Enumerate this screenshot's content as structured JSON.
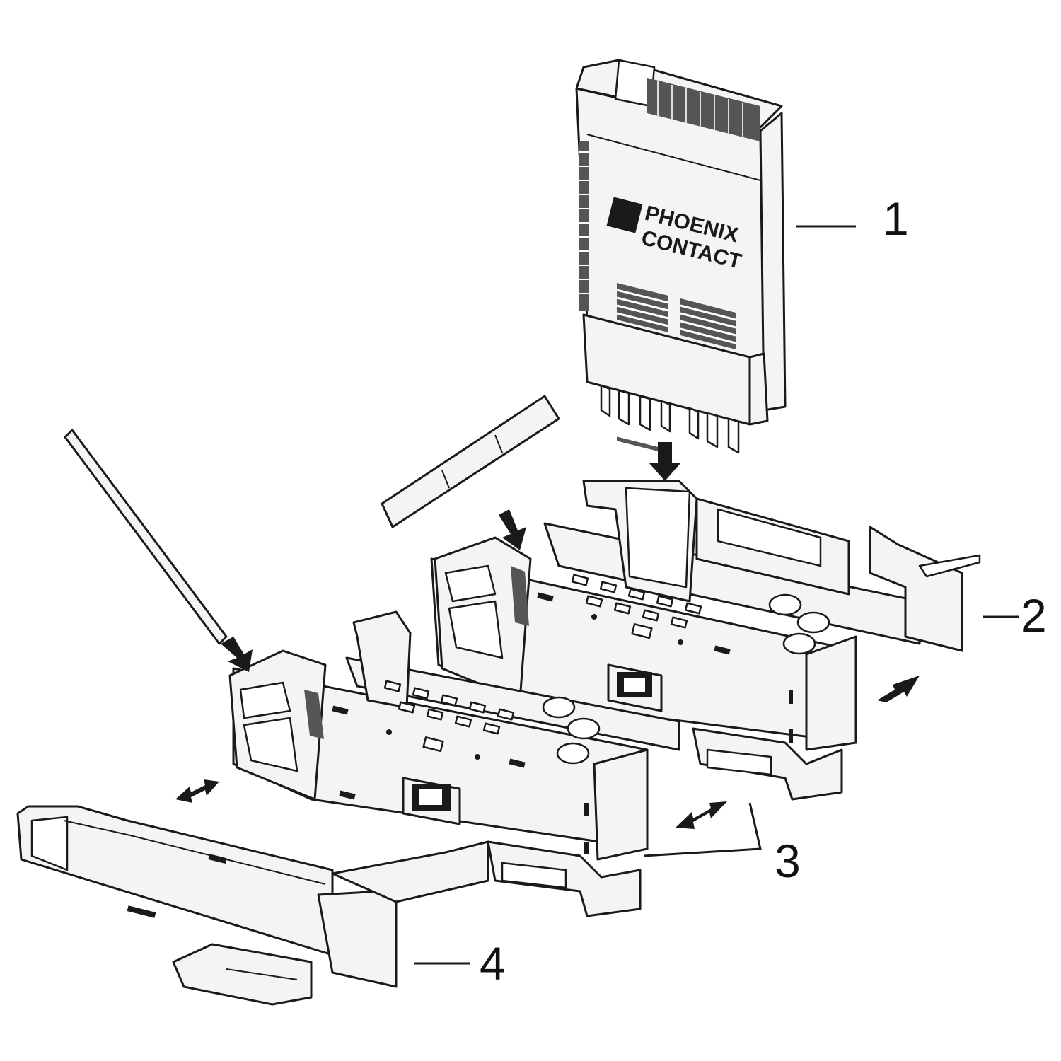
{
  "diagram": {
    "module_logo": {
      "line1": "PHOENIX",
      "line2": "CONTACT"
    },
    "callouts": [
      {
        "id": "1",
        "label": "1"
      },
      {
        "id": "2",
        "label": "2"
      },
      {
        "id": "3",
        "label": "3"
      },
      {
        "id": "4",
        "label": "4"
      }
    ],
    "colors": {
      "line": "#1a1a1a",
      "fill": "#f4f4f4",
      "background": "#ffffff"
    }
  }
}
